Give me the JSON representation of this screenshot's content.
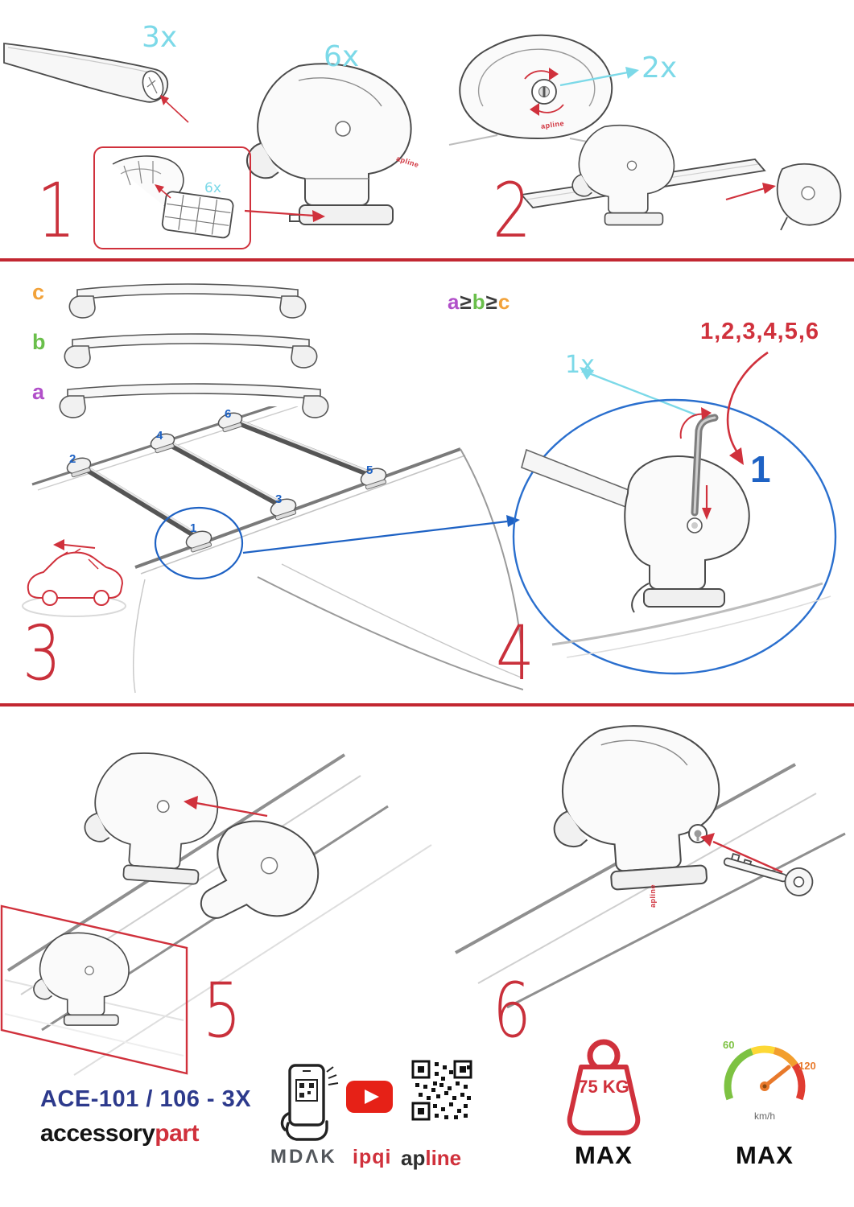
{
  "steps": {
    "s1": "1",
    "s2": "2",
    "s3": "3",
    "s4": "4",
    "s5": "5",
    "s6": "6"
  },
  "quantities": {
    "bar": "3x",
    "foot": "6x",
    "pad": "6x",
    "lock": "2x",
    "key": "1x"
  },
  "sizes": {
    "c": "c",
    "b": "b",
    "a": "a"
  },
  "rule": {
    "a": "a",
    "gte1": "≥",
    "b": "b",
    "gte2": "≥",
    "c": "c"
  },
  "detail": {
    "sequence": "1,2,3,4,5,6",
    "selected": "1"
  },
  "roof": {
    "p1": "1",
    "p2": "2",
    "p3": "3",
    "p4": "4",
    "p5": "5",
    "p6": "6"
  },
  "branding": {
    "foot_logo": "apline"
  },
  "footer": {
    "model": "ACE-101 / 106 - 3X",
    "brand_black": "accessory",
    "brand_red": "part",
    "mdak": "MDΛK",
    "ipqi": "ipqi",
    "apline_ap": "ap",
    "apline_line": "line",
    "weight_value": "75 KG",
    "weight_max": "MAX",
    "speed_low": "60",
    "speed_high": "120",
    "speed_unit": "km/h",
    "speed_max": "MAX"
  },
  "colors": {
    "accent_red": "#d0313c",
    "cyan": "#7cd9e8",
    "blue": "#1e62c4",
    "navy": "#2d3a8c",
    "orange": "#f2a23a",
    "green": "#6abf4b",
    "purple": "#b14fc9",
    "youtube_red": "#e62117"
  }
}
